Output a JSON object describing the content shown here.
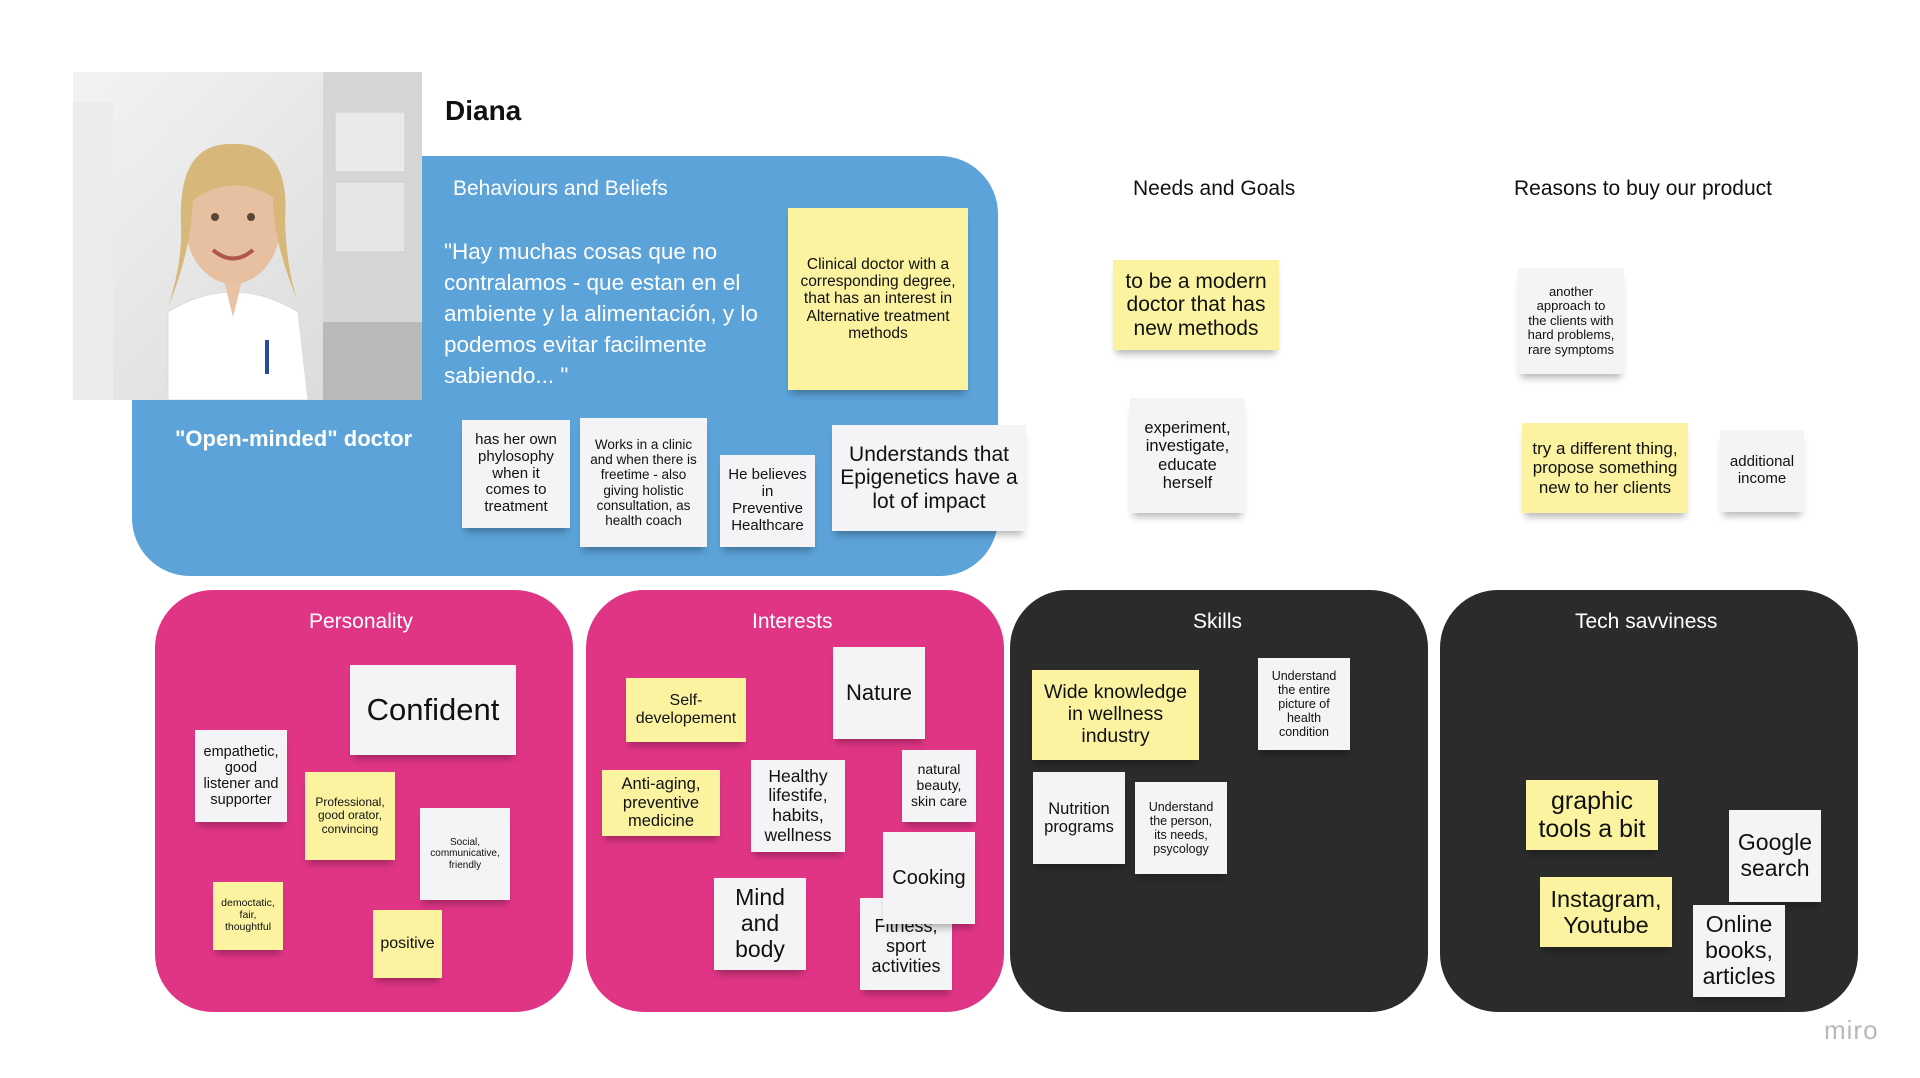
{
  "persona": {
    "name": "Diana",
    "tagline": "\"Open-minded\" doctor"
  },
  "behaviours": {
    "title": "Behaviours and Beliefs",
    "quote": "\"Hay muchas cosas que no contralamos - que estan en el ambiente y la alimentación, y lo podemos evitar facilmente sabiendo... \"",
    "notes": [
      "Clinical doctor with a corresponding degree, that has an interest in Alternative treatment methods",
      "has her own phylosophy when it comes to treatment",
      "Works in a clinic and when there is freetime - also giving holistic consultation, as health coach",
      "He believes in Preventive Healthcare",
      "Understands that Epigenetics have a lot of impact"
    ]
  },
  "needs": {
    "title": "Needs and Goals",
    "notes": [
      "to be a modern doctor that has new methods",
      "experiment, investigate, educate herself"
    ]
  },
  "reasons": {
    "title": "Reasons to buy our product",
    "notes": [
      "another approach to the clients with hard problems, rare symptoms",
      "try a different thing, propose something new to her clients",
      "additional income"
    ]
  },
  "personality": {
    "title": "Personality",
    "notes": [
      "Confident",
      "empathetic, good listener and supporter",
      "Professional, good orator, convincing",
      "Social, communicative, friendly",
      "democtatic, fair, thoughtful",
      "positive"
    ]
  },
  "interests": {
    "title": "Interests",
    "notes": [
      "Self-developement",
      "Nature",
      "Anti-aging, preventive medicine",
      "Healthy lifestife, habits, wellness",
      "natural beauty, skin care",
      "Cooking",
      "Mind and body",
      "Fitness, sport activities"
    ]
  },
  "skills": {
    "title": "Skills",
    "notes": [
      "Wide knowledge in wellness industry",
      "Understand the entire picture of health condition",
      "Nutrition programs",
      "Understand the person, its needs, psycology"
    ]
  },
  "tech": {
    "title": "Tech savviness",
    "notes": [
      "graphic tools a bit",
      "Google search",
      "Instagram, Youtube",
      "Online books, articles"
    ]
  },
  "brand": {
    "logo": "miro"
  },
  "colors": {
    "blue": "#5ba3d9",
    "pink": "#e03585",
    "dark": "#2b2b2b",
    "yellow": "#fbf3a0",
    "white": "#f4f4f6"
  }
}
